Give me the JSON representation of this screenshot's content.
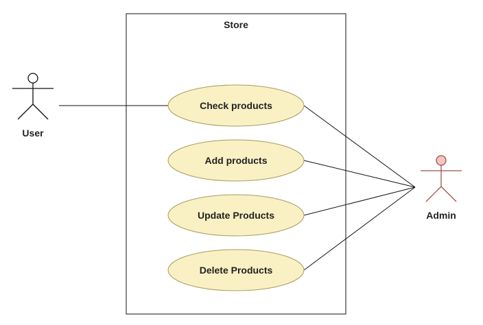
{
  "system": {
    "title": "Store"
  },
  "actors": [
    {
      "name": "User",
      "color": "#111111",
      "head_fill": "#ffffff"
    },
    {
      "name": "Admin",
      "color": "#a0524b",
      "head_fill": "#f1c7c0"
    }
  ],
  "use_cases": [
    {
      "label": "Check products"
    },
    {
      "label": "Add products"
    },
    {
      "label": "Update Products"
    },
    {
      "label": "Delete Products"
    }
  ],
  "associations": [
    {
      "actor": "User",
      "use_case": "Check products"
    },
    {
      "actor": "Admin",
      "use_case": "Check products"
    },
    {
      "actor": "Admin",
      "use_case": "Add products"
    },
    {
      "actor": "Admin",
      "use_case": "Update Products"
    },
    {
      "actor": "Admin",
      "use_case": "Delete Products"
    }
  ],
  "colors": {
    "use_case_fill": "#f9f0c4",
    "use_case_stroke": "#a89a5a",
    "line": "#111111"
  }
}
